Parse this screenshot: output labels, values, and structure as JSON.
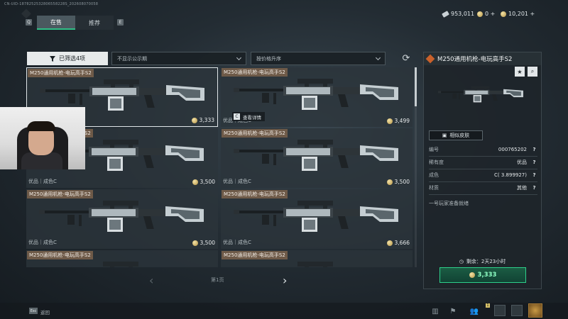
{
  "topbar": {
    "uid": "CN-UID-1878252532806558228S_202608070058",
    "currencies": [
      {
        "icon": "ticket-icon",
        "value": "953,011"
      },
      {
        "icon": "coin-icon",
        "value": "0 +"
      },
      {
        "icon": "coin-icon",
        "value": "10,201 +"
      }
    ]
  },
  "tabs": {
    "left_key": "Q",
    "right_key": "E",
    "items": [
      {
        "label": "在售",
        "active": true
      },
      {
        "label": "推荐",
        "active": false
      }
    ]
  },
  "filters": {
    "filter_button": "已筛选4项",
    "visibility_dropdown": "不显示公示期",
    "sort_dropdown": "按价格升序"
  },
  "cards": [
    {
      "title": "M250通用机枪-电玩高手S2",
      "sub": "",
      "price": "3,333",
      "selected": true
    },
    {
      "title": "M250通用机枪-电玩高手S2",
      "sub": "优品｜成色C",
      "price": "3,499",
      "selected": false
    },
    {
      "title": "M250通用机枪-电玩高手S2",
      "sub": "优品｜成色C",
      "price": "3,500",
      "selected": false
    },
    {
      "title": "M250通用机枪-电玩高手S2",
      "sub": "优品｜成色C",
      "price": "3,500",
      "selected": false
    },
    {
      "title": "M250通用机枪-电玩高手S2",
      "sub": "优品｜成色C",
      "price": "3,500",
      "selected": false
    },
    {
      "title": "M250通用机枪-电玩高手S2",
      "sub": "优品｜成色C",
      "price": "3,666",
      "selected": false
    },
    {
      "title": "M250通用机枪-电玩高手S2",
      "sub": "",
      "price": "",
      "selected": false
    },
    {
      "title": "M250通用机枪-电玩高手S2",
      "sub": "",
      "price": "",
      "selected": false
    }
  ],
  "view_detail": {
    "key": "C",
    "label": "查看详情"
  },
  "pagination": {
    "label": "第1页"
  },
  "detail": {
    "title": "M250通用机枪-电玩高手S2",
    "similar_button": "相似皮肤",
    "attributes": [
      {
        "label": "编号",
        "value": "000765202"
      },
      {
        "label": "稀有度",
        "value": "优品"
      },
      {
        "label": "成色",
        "value": "C( 3.899927)"
      },
      {
        "label": "材质",
        "value": "其他"
      }
    ],
    "seller_note": "一号玩家准备就绪",
    "time_left": "剩余：2天23小时",
    "buy_price": "3,333"
  },
  "bottombar": {
    "esc_key": "Esc",
    "back_label": "返回",
    "badge": "1"
  },
  "colors": {
    "accent": "#2fbf86",
    "title_tag": "#6e5a48",
    "rarity": "#c9612b",
    "buy_border": "#2ed08b"
  }
}
